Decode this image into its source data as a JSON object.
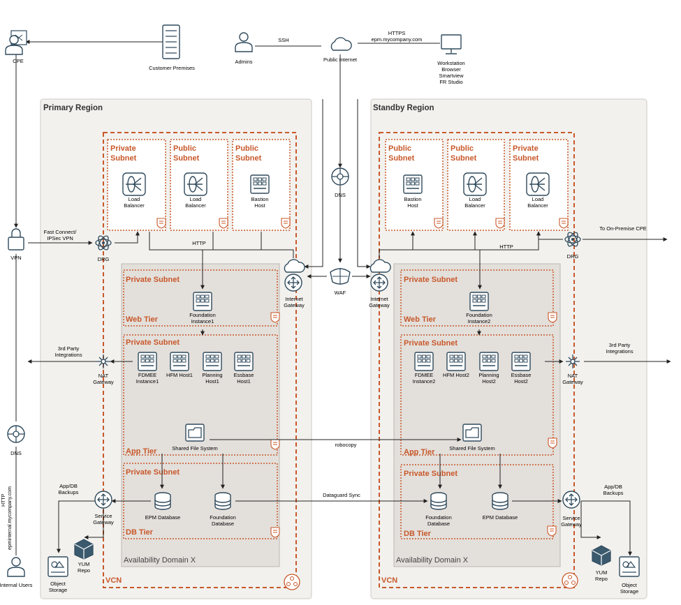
{
  "top": {
    "cpe": "CPE",
    "customer_premises": "Customer Premises",
    "admins": "Admins",
    "ssh": "SSH",
    "public_internet": "Public Internet",
    "https": "HTTPS",
    "url": "epm.mycompany.com",
    "workstation": [
      "Workstation",
      "Browser",
      "Smartview",
      "FR Studio"
    ]
  },
  "left_rail": {
    "vpn": "VPN",
    "fast_connect": [
      "Fast Connect/",
      "IPSec VPN"
    ],
    "dns": "DNS",
    "http": "HTTP",
    "internal_url": "epminternal.mycompany.com",
    "internal_users": "Internal Users"
  },
  "center": {
    "dns": "DNS",
    "waf": "WAF",
    "robocopy": "robocopy",
    "dataguard": "Dataguard Sync"
  },
  "primary": {
    "region": "Primary Region",
    "subnets": [
      {
        "title": [
          "Private",
          "Subnet"
        ],
        "label": [
          "Load",
          "Balancer"
        ]
      },
      {
        "title": [
          "Public",
          "Subnet"
        ],
        "label": [
          "Load",
          "Balancer"
        ]
      },
      {
        "title": [
          "Public",
          "Subnet"
        ],
        "label": [
          "Bastion",
          "Host"
        ]
      }
    ],
    "drg": "DRG",
    "http": "HTTP",
    "internet_gateway": [
      "Internet",
      "Gateway"
    ],
    "web_subnet": "Private Subnet",
    "web_tier": "Web Tier",
    "foundation": [
      "Foundation",
      "Instance1"
    ],
    "app_subnet": "Private Subnet",
    "hosts": [
      [
        "FDMEE",
        "Instance1"
      ],
      [
        "HFM Host1"
      ],
      [
        "Planning",
        "Host1"
      ],
      [
        "Essbase",
        "Host1"
      ]
    ],
    "shared_fs": "Shared File System",
    "app_tier": "App Tier",
    "db_subnet": "Private Subnet",
    "epm_db": "EPM Database",
    "foundation_db": [
      "Foundation",
      "Database"
    ],
    "db_tier": "DB Tier",
    "nat": [
      "NAT",
      "Gateway"
    ],
    "third_party": [
      "3rd Party",
      "Integrations"
    ],
    "backups": [
      "App/DB",
      "Backups"
    ],
    "service_gateway": [
      "Service",
      "Gateway"
    ],
    "object_storage": [
      "Object",
      "Storage"
    ],
    "yum": [
      "YUM",
      "Repo"
    ],
    "ad": "Availability Domain X",
    "vcn": "VCN"
  },
  "standby": {
    "region": "Standby Region",
    "subnets": [
      {
        "title": [
          "Public",
          "Subnet"
        ],
        "label": [
          "Bastion",
          "Host"
        ]
      },
      {
        "title": [
          "Public",
          "Subnet"
        ],
        "label": [
          "Load",
          "Balancer"
        ]
      },
      {
        "title": [
          "Private",
          "Subnet"
        ],
        "label": [
          "Load",
          "Balancer"
        ]
      }
    ],
    "to_cpe": "To On-Premise CPE",
    "drg": "DRG",
    "http": "HTTP",
    "internet_gateway": [
      "Internet",
      "Gateway"
    ],
    "web_subnet": "Private Subnet",
    "web_tier": "Web Tier",
    "foundation": [
      "Foundation",
      "Instance2"
    ],
    "app_subnet": "Private Subnet",
    "hosts": [
      [
        "FDMEE",
        "Instance2"
      ],
      [
        "HFM Host2"
      ],
      [
        "Planning",
        "Host2"
      ],
      [
        "Essbase",
        "Host2"
      ]
    ],
    "shared_fs": "Shared File System",
    "app_tier": "App Tier",
    "db_subnet": "Private Subnet",
    "foundation_db": [
      "Foundation",
      "Database"
    ],
    "epm_db": "EPM Database",
    "db_tier": "DB Tier",
    "nat": [
      "NAT",
      "Gateway"
    ],
    "third_party": [
      "3rd Party",
      "Integrations"
    ],
    "backups": [
      "App/DB",
      "Backups"
    ],
    "service_gateway": [
      "Service",
      "Gateway"
    ],
    "object_storage": [
      "Object",
      "Storage"
    ],
    "yum": [
      "YUM",
      "Repo"
    ],
    "ad": "Availability Domain X",
    "vcn": "VCN"
  },
  "colors": {
    "orange": "#c8582a",
    "line": "#222222",
    "icon": "#2f4a5c",
    "region_bg": "#f2f1ee",
    "ad_bg": "#e3dfdb"
  }
}
